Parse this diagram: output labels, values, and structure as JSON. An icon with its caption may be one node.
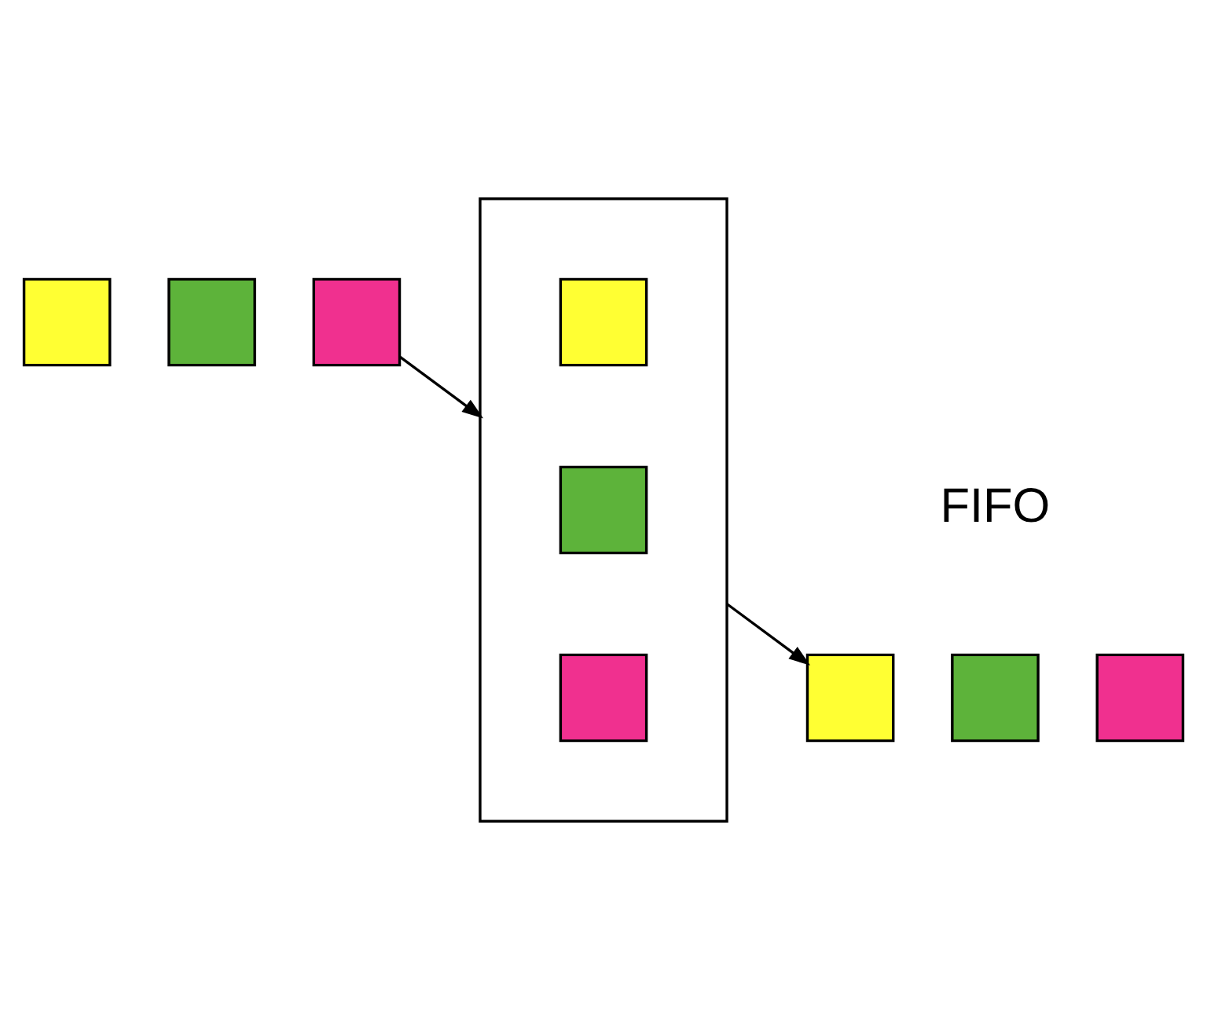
{
  "diagram": {
    "nodes": [
      {
        "text": [],
        "shape": "box"
      },
      {
        "text": [],
        "shape": "box"
      },
      {
        "text": [],
        "shape": "box"
      },
      {
        "text": [],
        "shape": "box"
      },
      {
        "text": [],
        "shape": "box",
        "in": 3
      },
      {
        "text": [],
        "shape": "box",
        "in": 3
      },
      {
        "text": [],
        "shape": "box",
        "in": 3
      },
      {
        "text": [],
        "shape": "box"
      },
      {
        "text": [],
        "shape": "box"
      },
      {
        "text": [],
        "shape": "box"
      }
    ],
    "edges": [
      {
        "from": 2,
        "to": 3,
        "arrow": "to"
      },
      {
        "from": 3,
        "to": 7,
        "arrow": "to"
      }
    ],
    "labels": [
      "FIFO"
    ]
  }
}
